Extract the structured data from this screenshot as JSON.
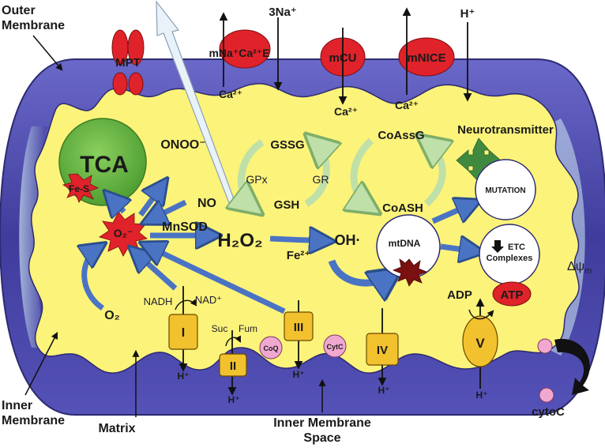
{
  "labels": {
    "outer_membrane": [
      "Outer",
      "Membrane"
    ],
    "inner_membrane": [
      "Inner",
      "Membrane"
    ],
    "matrix": "Matrix",
    "inner_membrane_space": [
      "Inner Membrane",
      "Space"
    ],
    "cytoc_out": "cytoC",
    "delta_psi": "Δψ",
    "delta_psi_sub": "m"
  },
  "channels": {
    "mpt": "MPT",
    "mnaca": "mNa⁺Ca²⁺E",
    "mcu": "mCU",
    "mnice": "mNICE",
    "na3": "3Na⁺",
    "h_top": "H⁺",
    "ca_a": "Ca²⁺",
    "ca_b": "Ca²⁺",
    "ca_c": "Ca²⁺"
  },
  "metabolism": {
    "tca": "TCA",
    "fes": "Fe-S",
    "onoo": "ONOO⁻",
    "no": "NO",
    "superoxide": "O₂⁻",
    "mnsod": "MnSOD",
    "h2o2": "H₂O₂",
    "fe2": "Fe²⁺",
    "oh": "OH·",
    "o2": "O₂",
    "gssg": "GSSG",
    "gsh": "GSH",
    "gpx": "GPx",
    "gr": "GR",
    "coassg": "CoAssG",
    "coash": "CoASH",
    "neurotransmitter": "Neurotransmitter",
    "mutation": "MUTATION",
    "mtdna": "mtDNA",
    "etc_line1": "ETC",
    "etc_line2": "Complexes"
  },
  "etc": {
    "complex_i": "I",
    "complex_ii": "II",
    "complex_iii": "III",
    "complex_iv": "IV",
    "complex_v": "V",
    "coq": "CoQ",
    "cytc": "CytC",
    "nadh": "NADH",
    "nad": "NAD⁺",
    "suc": "Suc",
    "fum": "Fum",
    "adp": "ADP",
    "atp": "ATP",
    "h_i": "H⁺",
    "h_ii": "H⁺",
    "h_iii": "H⁺",
    "h_iv": "H⁺",
    "h_v": "H⁺"
  },
  "colors": {
    "membrane": "#4a47a8",
    "matrix": "#fcf37a",
    "red_protein": "#e0222a",
    "complex": "#f2c12e",
    "tca_green": "#6fbe45",
    "arrow_blue": "#4a73c4",
    "cycle_green": "#bfe0a8",
    "dark_green": "#3f8a3f",
    "pink": "#f0a8d0"
  }
}
